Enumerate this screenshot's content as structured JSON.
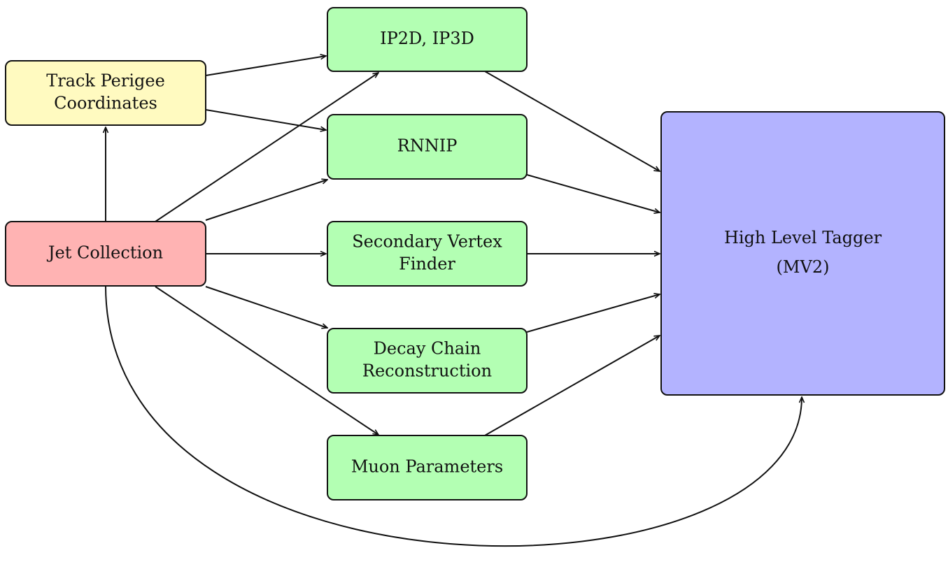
{
  "nodes": {
    "track_perigee": {
      "lines": [
        "Track Perigee",
        "Coordinates"
      ],
      "fill": "#fffac0"
    },
    "jet_collection": {
      "lines": [
        "Jet Collection"
      ],
      "fill": "#ffb3b3"
    },
    "ip2d_ip3d": {
      "lines": [
        "IP2D, IP3D"
      ],
      "fill": "#b3ffb3"
    },
    "rnnip": {
      "lines": [
        "RNNIP"
      ],
      "fill": "#b3ffb3"
    },
    "secondary_vertex": {
      "lines": [
        "Secondary Vertex",
        "Finder"
      ],
      "fill": "#b3ffb3"
    },
    "decay_chain": {
      "lines": [
        "Decay Chain",
        "Reconstruction"
      ],
      "fill": "#b3ffb3"
    },
    "muon_parameters": {
      "lines": [
        "Muon Parameters"
      ],
      "fill": "#b3ffb3"
    },
    "high_level_tagger": {
      "lines": [
        "High Level Tagger",
        "(MV2)"
      ],
      "fill": "#b3b3ff"
    }
  },
  "edges": [
    {
      "from": "jet_collection",
      "to": "track_perigee"
    },
    {
      "from": "track_perigee",
      "to": "ip2d_ip3d"
    },
    {
      "from": "track_perigee",
      "to": "rnnip"
    },
    {
      "from": "jet_collection",
      "to": "ip2d_ip3d"
    },
    {
      "from": "jet_collection",
      "to": "rnnip"
    },
    {
      "from": "jet_collection",
      "to": "secondary_vertex"
    },
    {
      "from": "jet_collection",
      "to": "decay_chain"
    },
    {
      "from": "jet_collection",
      "to": "muon_parameters"
    },
    {
      "from": "jet_collection",
      "to": "high_level_tagger"
    },
    {
      "from": "ip2d_ip3d",
      "to": "high_level_tagger"
    },
    {
      "from": "rnnip",
      "to": "high_level_tagger"
    },
    {
      "from": "secondary_vertex",
      "to": "high_level_tagger"
    },
    {
      "from": "decay_chain",
      "to": "high_level_tagger"
    },
    {
      "from": "muon_parameters",
      "to": "high_level_tagger"
    }
  ]
}
